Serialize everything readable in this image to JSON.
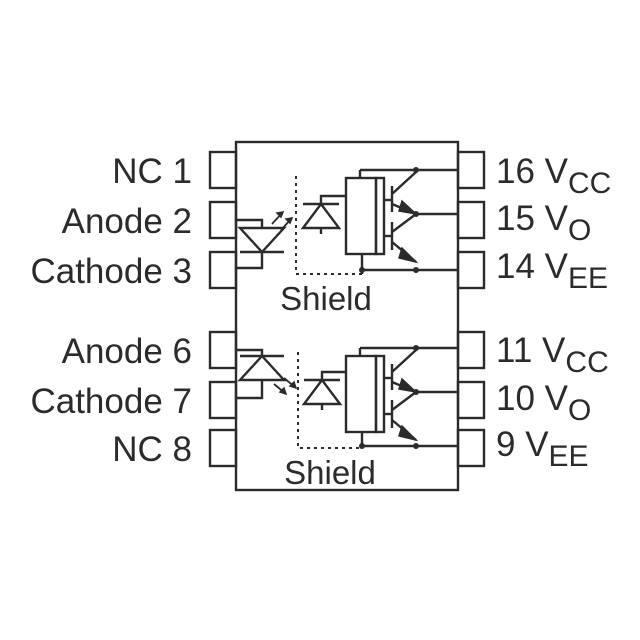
{
  "pins_left": [
    {
      "label": "NC 1"
    },
    {
      "label": "Anode 2"
    },
    {
      "label": "Cathode 3"
    },
    {
      "label": "Anode 6"
    },
    {
      "label": "Cathode 7"
    },
    {
      "label": "NC 8"
    }
  ],
  "pins_right": [
    {
      "number": "16 V",
      "sub": "CC"
    },
    {
      "number": "15 V",
      "sub": "O"
    },
    {
      "number": "14 V",
      "sub": "EE"
    },
    {
      "number": "11 V",
      "sub": "CC"
    },
    {
      "number": "10 V",
      "sub": "O"
    },
    {
      "number": "9 V",
      "sub": "EE"
    }
  ],
  "shield_top": "Shield",
  "shield_bottom": "Shield"
}
